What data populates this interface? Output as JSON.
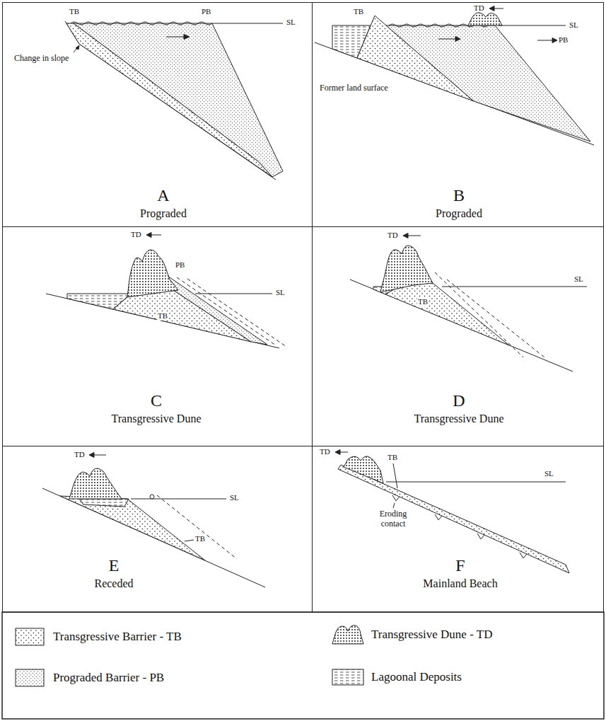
{
  "diagram": {
    "nodes": [
      {
        "text": [
          "A",
          "Prograded"
        ]
      },
      {
        "text": [
          "B",
          "Prograded"
        ]
      },
      {
        "text": [
          "C",
          "Transgressive Dune"
        ]
      },
      {
        "text": [
          "D",
          "Transgressive Dune"
        ]
      },
      {
        "text": [
          "E",
          "Receded"
        ]
      },
      {
        "text": [
          "F",
          "Mainland Beach"
        ]
      }
    ],
    "labels": [
      "TB",
      "PB",
      "SL",
      "Change in slope",
      "TB",
      "TD",
      "SL",
      "PB",
      "Former land surface",
      "TD",
      "PB",
      "SL",
      "TB",
      "TD",
      "SL",
      "TB",
      "TD",
      "SL",
      "TB",
      "TD",
      "TB",
      "SL",
      "Eroding contact"
    ],
    "legend": [
      {
        "text": "Transgressive Barrier - TB"
      },
      {
        "text": "Transgressive Dune - TD"
      },
      {
        "text": "Prograded Barrier - PB"
      },
      {
        "text": "Lagoonal Deposits"
      }
    ]
  }
}
